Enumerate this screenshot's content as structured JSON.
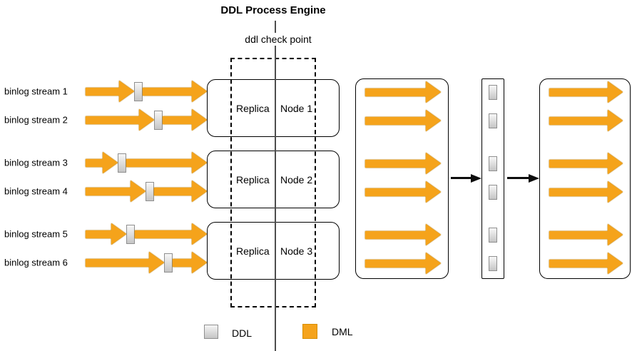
{
  "title": "DDL Process Engine",
  "checkpoint": {
    "label": "ddl check point"
  },
  "streams": [
    {
      "label": "binlog stream 1"
    },
    {
      "label": "binlog stream 2"
    },
    {
      "label": "binlog stream 3"
    },
    {
      "label": "binlog stream 4"
    },
    {
      "label": "binlog stream 5"
    },
    {
      "label": "binlog stream 6"
    }
  ],
  "nodes": [
    {
      "replica": "Replica",
      "node": "Node 1"
    },
    {
      "replica": "Replica",
      "node": "Node 2"
    },
    {
      "replica": "Replica",
      "node": "Node 3"
    }
  ],
  "legend": {
    "items": [
      {
        "label": "DDL",
        "color": "#d9d9d9"
      },
      {
        "label": "DML",
        "color": "#f5a31b"
      }
    ]
  },
  "colors": {
    "dml_orange": "#f5a31b",
    "dml_outline": "#bd7d00",
    "ddl_gray_border": "#8f8f8f",
    "checkpoint_line": "#4d4d4d"
  }
}
